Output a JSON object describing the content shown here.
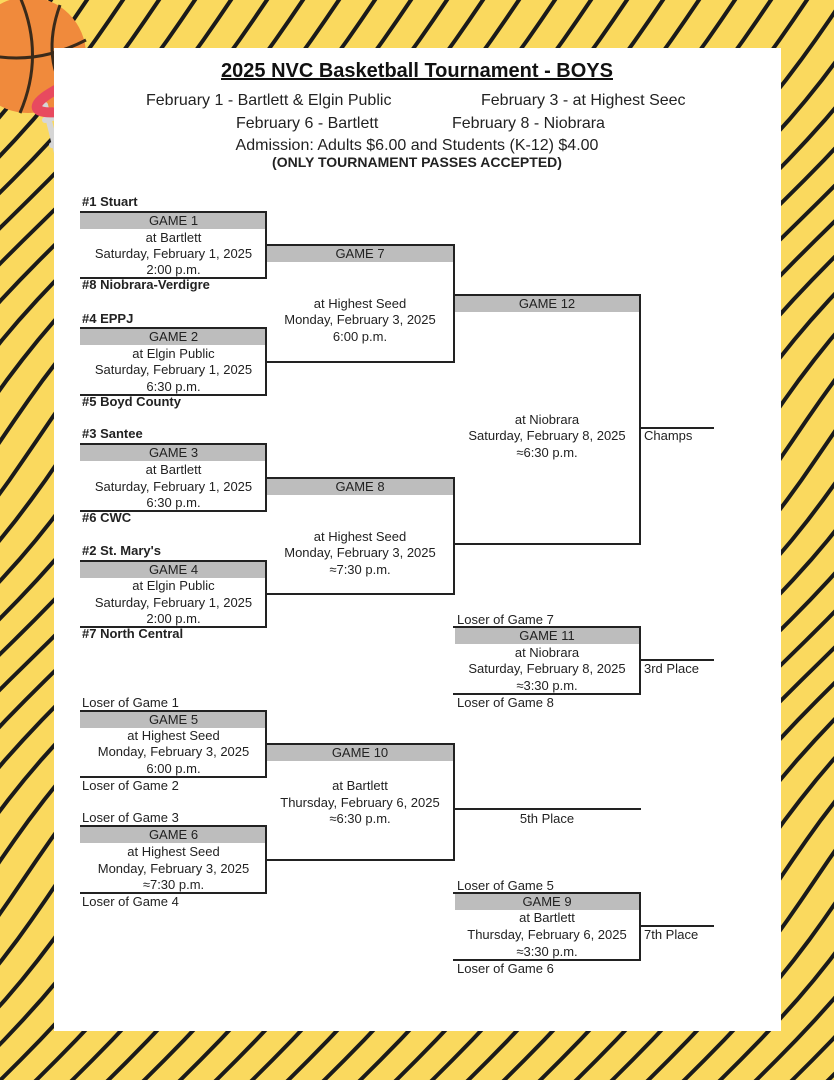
{
  "header": {
    "title": "2025 NVC Basketball Tournament - BOYS",
    "line1_left": "February 1 - Bartlett & Elgin Public",
    "line1_right": "February 3 - at Highest Seec",
    "line2_left": "February 6 - Bartlett",
    "line2_right": "February 8 - Niobrara",
    "admission": "Admission:  Adults $6.00 and Students (K-12) $4.00",
    "passes": "(ONLY TOURNAMENT PASSES ACCEPTED)"
  },
  "games": {
    "g1": {
      "label": "GAME 1",
      "loc": "at Bartlett",
      "date": "Saturday, February 1, 2025",
      "time": "2:00 p.m.",
      "top": "#1 Stuart",
      "bottom": "#8 Niobrara-Verdigre"
    },
    "g2": {
      "label": "GAME 2",
      "loc": "at Elgin Public",
      "date": "Saturday, February 1, 2025",
      "time": "6:30 p.m.",
      "top": "#4 EPPJ",
      "bottom": "#5 Boyd County"
    },
    "g3": {
      "label": "GAME 3",
      "loc": "at Bartlett",
      "date": "Saturday, February 1, 2025",
      "time": "6:30 p.m.",
      "top": "#3 Santee",
      "bottom": "#6 CWC"
    },
    "g4": {
      "label": "GAME 4",
      "loc": "at Elgin Public",
      "date": "Saturday, February 1, 2025",
      "time": "2:00 p.m.",
      "top": "#2 St. Mary's",
      "bottom": "#7 North Central"
    },
    "g7": {
      "label": "GAME 7",
      "loc": "at Highest Seed",
      "date": "Monday, February 3, 2025",
      "time": "6:00 p.m."
    },
    "g8": {
      "label": "GAME 8",
      "loc": "at Highest Seed",
      "date": "Monday, February 3, 2025",
      "time": "≈7:30 p.m."
    },
    "g12": {
      "label": "GAME 12",
      "loc": "at Niobrara",
      "date": "Saturday, February 8, 2025",
      "time": "≈6:30 p.m.",
      "result": "Champs"
    },
    "g11": {
      "label": "GAME 11",
      "loc": "at Niobrara",
      "date": "Saturday, February 8, 2025",
      "time": "≈3:30 p.m.",
      "top": "Loser of Game 7",
      "bottom": "Loser of Game 8",
      "result": "3rd Place"
    },
    "g5": {
      "label": "GAME 5",
      "loc": "at Highest Seed",
      "date": "Monday, February 3, 2025",
      "time": "6:00 p.m.",
      "top": "Loser of Game 1",
      "bottom": "Loser of Game 2"
    },
    "g6": {
      "label": "GAME 6",
      "loc": "at Highest Seed",
      "date": "Monday, February 3, 2025",
      "time": "≈7:30 p.m.",
      "top": "Loser of Game 3",
      "bottom": "Loser of Game 4"
    },
    "g10": {
      "label": "GAME 10",
      "loc": "at Bartlett",
      "date": "Thursday, February 6, 2025",
      "time": "≈6:30 p.m.",
      "result": "5th Place"
    },
    "g9": {
      "label": "GAME 9",
      "loc": "at Bartlett",
      "date": "Thursday, February 6, 2025",
      "time": "≈3:30 p.m.",
      "top": "Loser of Game 5",
      "bottom": "Loser of Game 6",
      "result": "7th Place"
    }
  },
  "colors": {
    "background": "#fad95e",
    "stripes": "#1a1a1a",
    "game_header": "#bdbdbd",
    "ball": "#f08a3c",
    "rim": "#e84a5f"
  },
  "icons": [
    "basketball-hoop-icon"
  ]
}
